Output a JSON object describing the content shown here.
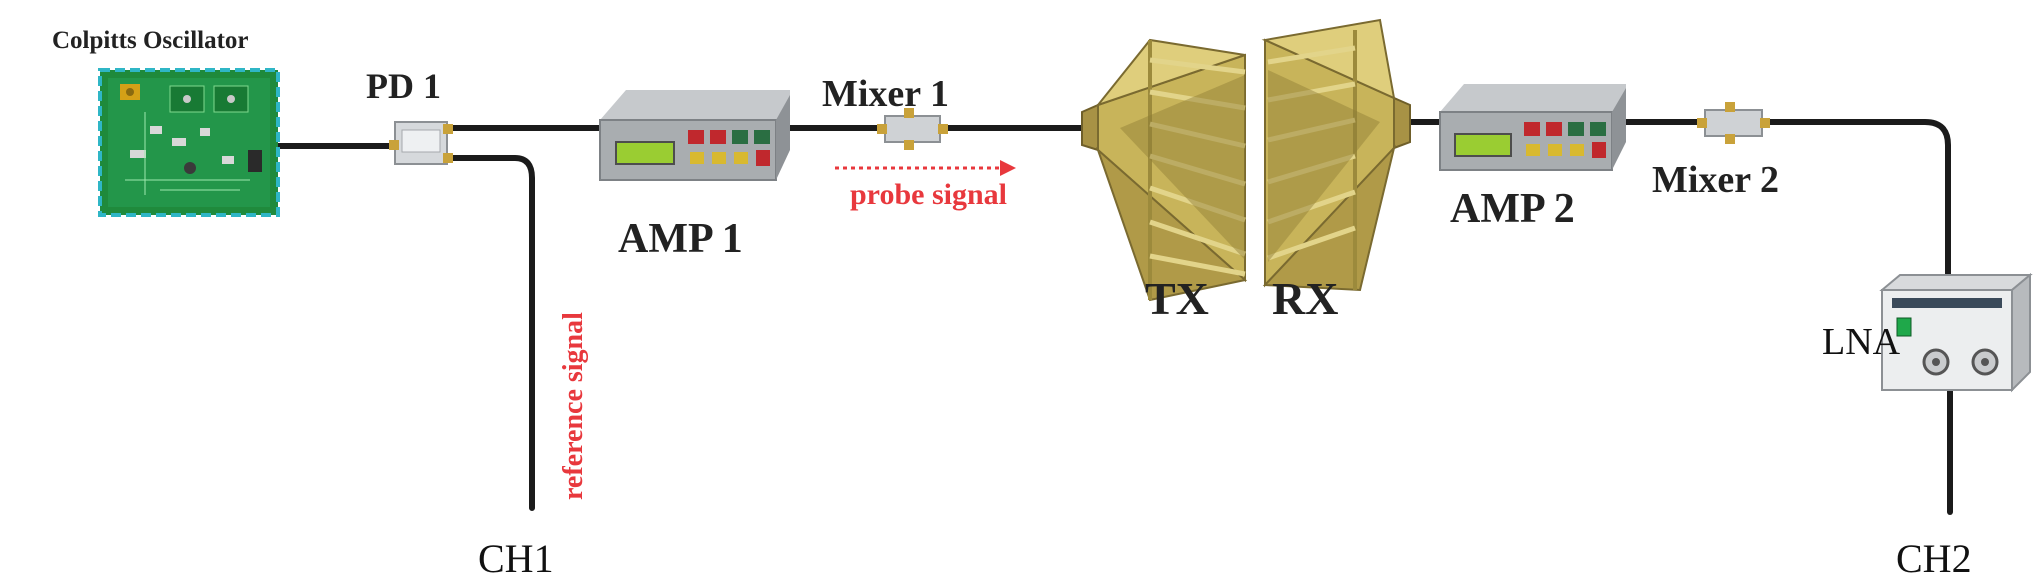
{
  "labels": {
    "colpitts": "Colpitts Oscillator",
    "pd1": "PD 1",
    "amp1": "AMP 1",
    "mixer1": "Mixer 1",
    "probe": "probe signal",
    "tx": "TX",
    "rx": "RX",
    "amp2": "AMP 2",
    "mixer2": "Mixer 2",
    "lna": "LNA",
    "ch1": "CH1",
    "ch2": "CH2",
    "reference": "reference signal"
  },
  "colors": {
    "pcb": "#1f8a3c",
    "pcb_border": "#2fb6c6",
    "amp_body": "#a9adb0",
    "amp_display": "#9acd32",
    "horn": "#c8b45a",
    "arrow_red": "#e8383d",
    "cable": "#1b1b1b"
  }
}
